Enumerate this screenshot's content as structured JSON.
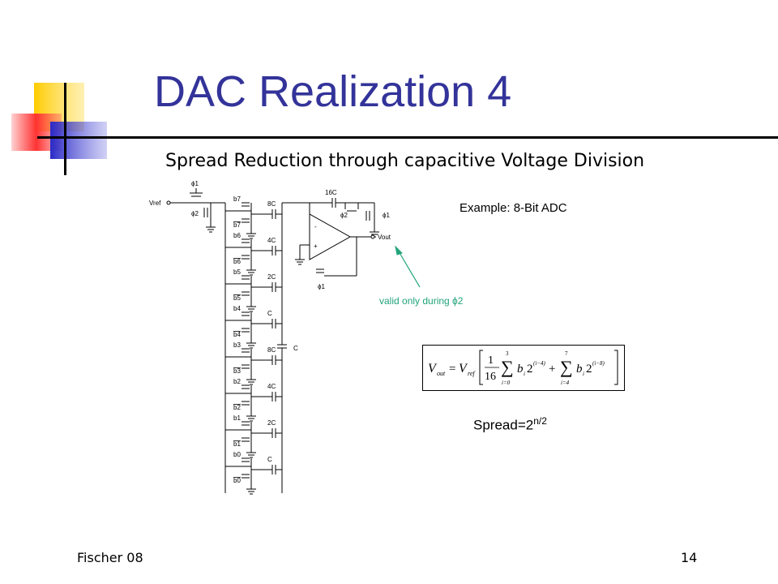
{
  "slide": {
    "title": "DAC Realization 4",
    "subtitle": "Spread Reduction through capacitive Voltage Division",
    "example": "Example: 8-Bit ADC",
    "spread_base": "Spread=2",
    "spread_exp": "n/2",
    "footer_left": "Fischer 08",
    "page_number": "14"
  },
  "schematic": {
    "vref_label": "Vref",
    "vout_label": "Vout",
    "phi1": "ϕ1",
    "phi2": "ϕ2",
    "feedback_cap": "16C",
    "bridge_cap": "C",
    "annotation": "valid only during ϕ2",
    "opamp_minus": "-",
    "opamp_plus": "+",
    "branches": [
      {
        "bit": "b7",
        "bit_bar": "b7",
        "cap": "8C"
      },
      {
        "bit": "b6",
        "bit_bar": "b6",
        "cap": "4C"
      },
      {
        "bit": "b5",
        "bit_bar": "b5",
        "cap": "2C"
      },
      {
        "bit": "b4",
        "bit_bar": "b4",
        "cap": "C"
      },
      {
        "bit": "b3",
        "bit_bar": "b3",
        "cap": "8C"
      },
      {
        "bit": "b2",
        "bit_bar": "b2",
        "cap": "4C"
      },
      {
        "bit": "b1",
        "bit_bar": "b1",
        "cap": "2C"
      },
      {
        "bit": "b0",
        "bit_bar": "b0",
        "cap": "C"
      }
    ]
  },
  "formula": {
    "lhs": "V",
    "lhs_sub": "out",
    "equals": "=",
    "vref": "V",
    "vref_sub": "ref",
    "frac_num": "1",
    "frac_den": "16",
    "sum1_top": "3",
    "sum1_bottom": "i=0",
    "term1": "b",
    "term1_sub": "i",
    "term1_base": "2",
    "term1_exp": "(i−4)",
    "plus": "+",
    "sum2_top": "7",
    "sum2_bottom": "i=4",
    "term2": "b",
    "term2_sub": "i",
    "term2_base": "2",
    "term2_exp": "(i−8)",
    "sigma": "∑"
  },
  "colors": {
    "title": "#33339a",
    "annotation": "#22a37a",
    "logo_yellow": "#ffcc00",
    "logo_red": "#ff3333",
    "logo_blue": "#3333cc"
  }
}
